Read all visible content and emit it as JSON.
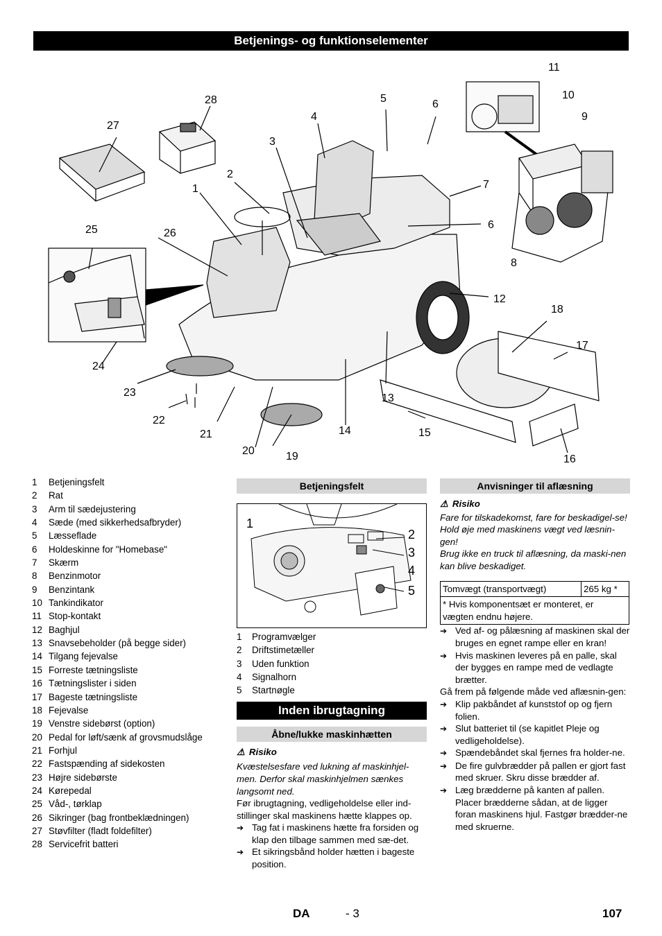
{
  "header": {
    "title": "Betjenings- og funktionselementer"
  },
  "figure": {
    "callouts": [
      "1",
      "2",
      "3",
      "4",
      "5",
      "6",
      "6",
      "7",
      "8",
      "9",
      "10",
      "11",
      "12",
      "13",
      "14",
      "15",
      "16",
      "17",
      "18",
      "19",
      "20",
      "21",
      "22",
      "23",
      "24",
      "25",
      "26",
      "27",
      "28"
    ]
  },
  "legend": [
    {
      "num": "1",
      "text": "Betjeningsfelt"
    },
    {
      "num": "2",
      "text": "Rat"
    },
    {
      "num": "3",
      "text": "Arm til sædejustering"
    },
    {
      "num": "4",
      "text": "Sæde (med sikkerhedsafbryder)"
    },
    {
      "num": "5",
      "text": "Læsseflade"
    },
    {
      "num": "6",
      "text": "Holdeskinne for \"Homebase\""
    },
    {
      "num": "7",
      "text": "Skærm"
    },
    {
      "num": "8",
      "text": "Benzinmotor"
    },
    {
      "num": "9",
      "text": "Benzintank"
    },
    {
      "num": "10",
      "text": "Tankindikator"
    },
    {
      "num": "11",
      "text": "Stop-kontakt"
    },
    {
      "num": "12",
      "text": "Baghjul"
    },
    {
      "num": "13",
      "text": "Snavsebeholder (på begge sider)"
    },
    {
      "num": "14",
      "text": "Tilgang fejevalse"
    },
    {
      "num": "15",
      "text": "Forreste tætningsliste"
    },
    {
      "num": "16",
      "text": "Tætningslister i siden"
    },
    {
      "num": "17",
      "text": "Bageste tætningsliste"
    },
    {
      "num": "18",
      "text": "Fejevalse"
    },
    {
      "num": "19",
      "text": "Venstre sidebørst (option)"
    },
    {
      "num": "20",
      "text": "Pedal for løft/sænk af grovsmudslåge"
    },
    {
      "num": "21",
      "text": "Forhjul"
    },
    {
      "num": "22",
      "text": "Fastspænding af sidekosten"
    },
    {
      "num": "23",
      "text": "Højre sidebørste"
    },
    {
      "num": "24",
      "text": "Kørepedal"
    },
    {
      "num": "25",
      "text": "Våd-, tørklap"
    },
    {
      "num": "26",
      "text": "Sikringer (bag frontbeklædningen)"
    },
    {
      "num": "27",
      "text": "Støvfilter (fladt foldefilter)"
    },
    {
      "num": "28",
      "text": "Servicefrit batteri"
    }
  ],
  "panel": {
    "heading": "Betjeningsfelt",
    "callouts": [
      "1",
      "2",
      "3",
      "4",
      "5"
    ],
    "items": [
      {
        "num": "1",
        "text": "Programvælger"
      },
      {
        "num": "2",
        "text": "Driftstimetæller"
      },
      {
        "num": "3",
        "text": "Uden funktion"
      },
      {
        "num": "4",
        "text": "Signalhorn"
      },
      {
        "num": "5",
        "text": "Startnøgle"
      }
    ]
  },
  "before_use": {
    "heading": "Inden ibrugtagning",
    "sub_heading": "Åbne/lukke maskinhætten",
    "risk_label": "Risiko",
    "risk_text": "Kvæstelsesfare ved lukning af maskinhjel-men. Derfor skal maskinhjelmen sænkes langsomt ned.",
    "intro": "Før ibrugtagning, vedligeholdelse eller ind-stillinger skal maskinens hætte klappes op.",
    "steps": [
      "Tag fat i maskinens hætte fra forsiden og klap den tilbage sammen med sæ-det.",
      "Et sikringsbånd holder hætten i bageste position."
    ]
  },
  "unloading": {
    "heading": "Anvisninger til aflæsning",
    "risk_label": "Risiko",
    "risk_lines": [
      "Fare for tilskadekomst, fare for beskadigel-se!",
      "Hold øje med maskinens vægt ved læsnin-gen!",
      "Brug ikke en truck til aflæsning, da maski-nen kan blive beskadiget."
    ],
    "table": {
      "label": "Tomvægt (transportvægt)",
      "value": "265 kg *",
      "note": "* Hvis komponentsæt er monteret, er vægten endnu højere."
    },
    "steps_a": [
      "Ved af- og pålæsning af maskinen skal der bruges en egnet rampe eller en kran!",
      "Hvis maskinen leveres på en palle, skal der bygges en rampe med de vedlagte brætter."
    ],
    "intro2": "Gå frem på følgende måde ved aflæsnin-gen:",
    "steps_b": [
      "Klip pakbåndet af kunststof op og fjern folien.",
      "Slut batteriet til (se kapitlet Pleje og vedligeholdelse).",
      "Spændebåndet skal fjernes fra holder-ne.",
      "De fire gulvbrædder på pallen er gjort fast med skruer. Skru disse brædder af.",
      "Læg brædderne på kanten af pallen. Placer brædderne sådan, at de ligger foran maskinens hjul. Fastgør brædder-ne med skruerne."
    ]
  },
  "footer": {
    "lang": "DA",
    "page_ref": "- 3",
    "page_number": "107"
  }
}
